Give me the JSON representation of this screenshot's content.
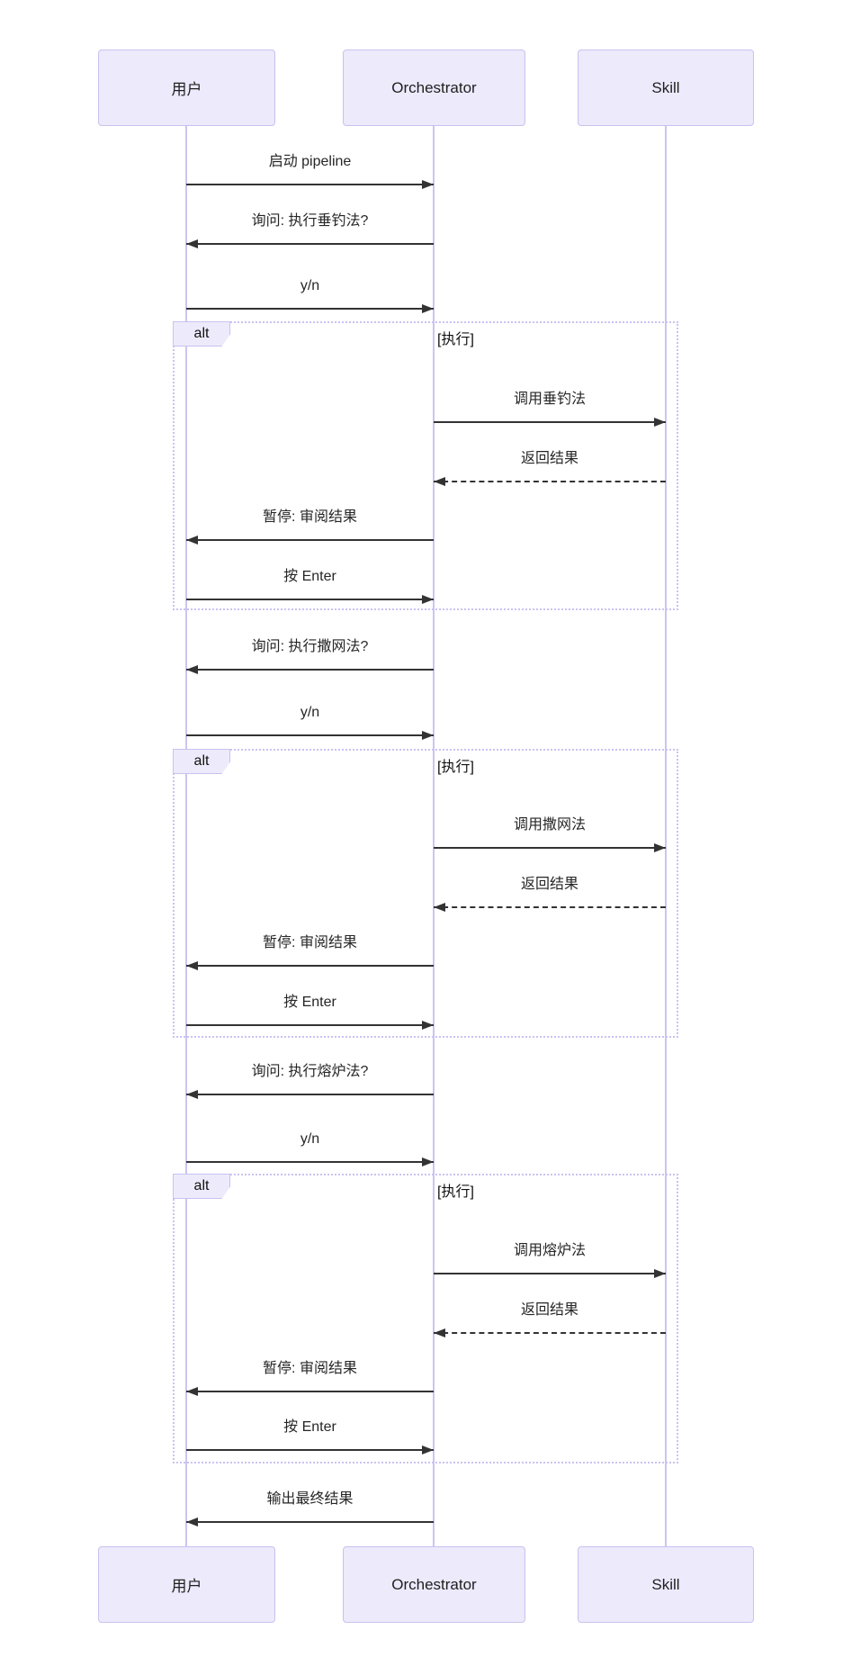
{
  "diagram": {
    "type": "sequence",
    "actors": [
      {
        "id": "user",
        "label": "用户"
      },
      {
        "id": "orchestrator",
        "label": "Orchestrator"
      },
      {
        "id": "skill",
        "label": "Skill"
      }
    ],
    "alt_blocks": [
      {
        "label": "alt",
        "condition": "[执行]"
      },
      {
        "label": "alt",
        "condition": "[执行]"
      },
      {
        "label": "alt",
        "condition": "[执行]"
      }
    ],
    "messages": [
      {
        "label": "启动 pipeline",
        "from": "用户",
        "to": "Orchestrator",
        "line": "solid"
      },
      {
        "label": "询问: 执行垂钓法?",
        "from": "Orchestrator",
        "to": "用户",
        "line": "solid"
      },
      {
        "label": "y/n",
        "from": "用户",
        "to": "Orchestrator",
        "line": "solid"
      },
      {
        "label": "调用垂钓法",
        "from": "Orchestrator",
        "to": "Skill",
        "line": "solid"
      },
      {
        "label": "返回结果",
        "from": "Skill",
        "to": "Orchestrator",
        "line": "dashed"
      },
      {
        "label": "暂停: 审阅结果",
        "from": "Orchestrator",
        "to": "用户",
        "line": "solid"
      },
      {
        "label": "按 Enter",
        "from": "用户",
        "to": "Orchestrator",
        "line": "solid"
      },
      {
        "label": "询问: 执行撒网法?",
        "from": "Orchestrator",
        "to": "用户",
        "line": "solid"
      },
      {
        "label": "y/n",
        "from": "用户",
        "to": "Orchestrator",
        "line": "solid"
      },
      {
        "label": "调用撒网法",
        "from": "Orchestrator",
        "to": "Skill",
        "line": "solid"
      },
      {
        "label": "返回结果",
        "from": "Skill",
        "to": "Orchestrator",
        "line": "dashed"
      },
      {
        "label": "暂停: 审阅结果",
        "from": "Orchestrator",
        "to": "用户",
        "line": "solid"
      },
      {
        "label": "按 Enter",
        "from": "用户",
        "to": "Orchestrator",
        "line": "solid"
      },
      {
        "label": "询问: 执行熔炉法?",
        "from": "Orchestrator",
        "to": "用户",
        "line": "solid"
      },
      {
        "label": "y/n",
        "from": "用户",
        "to": "Orchestrator",
        "line": "solid"
      },
      {
        "label": "调用熔炉法",
        "from": "Orchestrator",
        "to": "Skill",
        "line": "solid"
      },
      {
        "label": "返回结果",
        "from": "Skill",
        "to": "Orchestrator",
        "line": "dashed"
      },
      {
        "label": "暂停: 审阅结果",
        "from": "Orchestrator",
        "to": "用户",
        "line": "solid"
      },
      {
        "label": "按 Enter",
        "from": "用户",
        "to": "Orchestrator",
        "line": "solid"
      },
      {
        "label": "输出最终结果",
        "from": "Orchestrator",
        "to": "用户",
        "line": "solid"
      }
    ],
    "colors": {
      "actor_fill": "#ECEAFB",
      "actor_border": "#C8C2F0",
      "lifeline": "#CBC5F1",
      "frame_border": "#C9C3F2",
      "frame_label_fill": "#EDEBFB",
      "arrow": "#333333",
      "text": "#262626"
    }
  }
}
